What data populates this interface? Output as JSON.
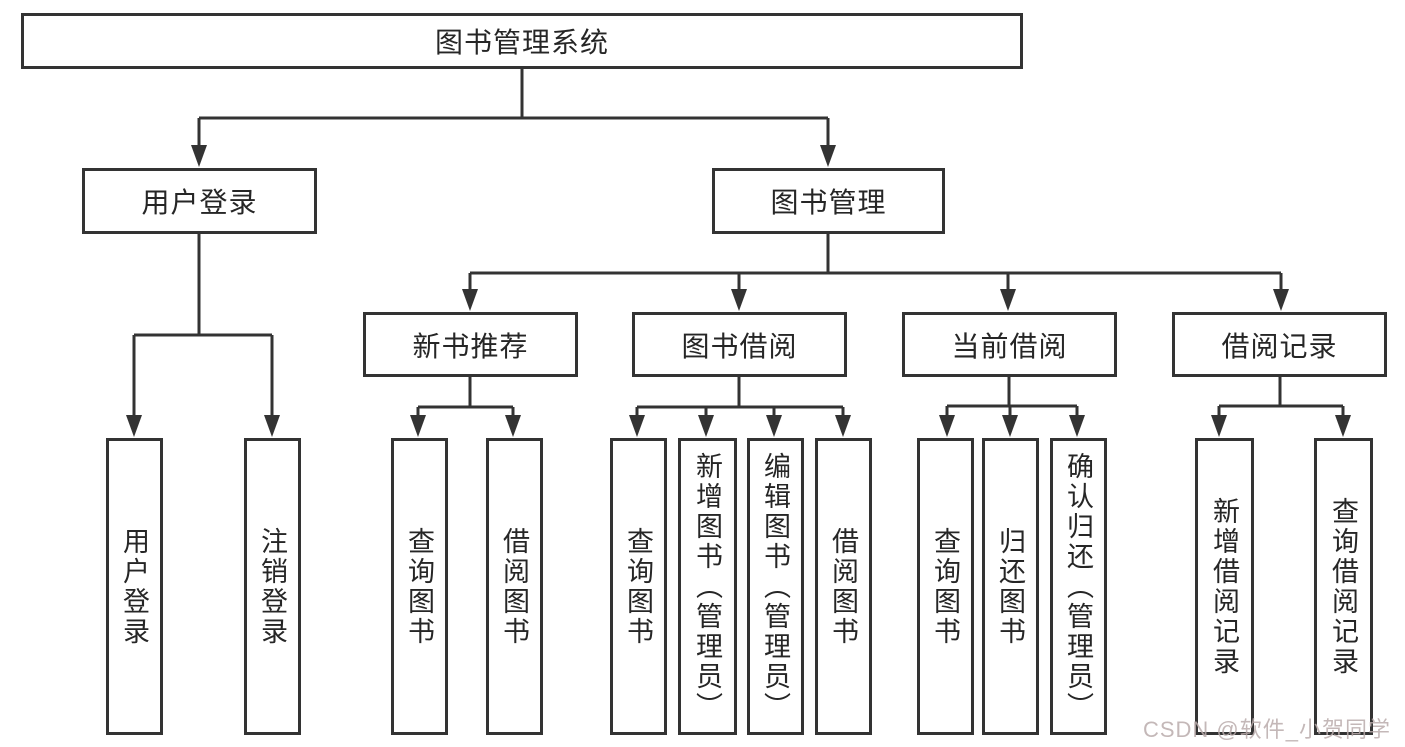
{
  "title": "图书管理系统",
  "level2": [
    {
      "label": "用户登录"
    },
    {
      "label": "图书管理"
    }
  ],
  "level3": [
    {
      "label": "新书推荐"
    },
    {
      "label": "图书借阅"
    },
    {
      "label": "当前借阅"
    },
    {
      "label": "借阅记录"
    }
  ],
  "leaves": {
    "userLogin": "用户登录",
    "logout": "注销登录",
    "nbrQuery": "查询图书",
    "nbrBorrow": "借阅图书",
    "bbQuery": "查询图书",
    "bbAdd": "新增图书（管理员）",
    "bbEdit": "编辑图书（管理员）",
    "bbBorrow": "借阅图书",
    "cbQuery": "查询图书",
    "cbReturn": "归还图书",
    "cbConfirm": "确认归还（管理员）",
    "brAdd": "新增借阅记录",
    "brQuery": "查询借阅记录"
  },
  "watermark": "CSDN @软件_小贺同学",
  "colors": {
    "line": "#333333",
    "text": "#262626",
    "watermark_text": "#baacac"
  }
}
